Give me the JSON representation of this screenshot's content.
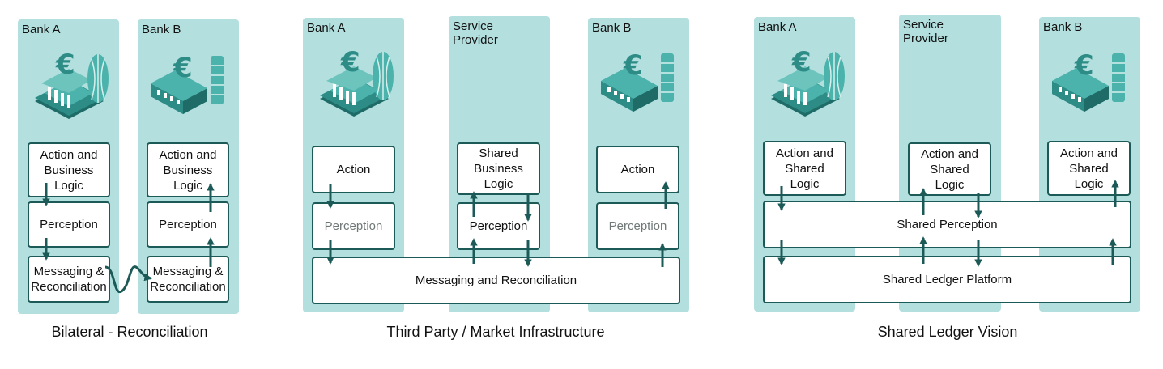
{
  "colors": {
    "column": "#b3e0df",
    "box_border": "#1c5a57",
    "arrow": "#1c5a57",
    "icon_base": "#2d8c86",
    "icon_light": "#4cb3ac",
    "icon_dark": "#1e6b67"
  },
  "icons": {
    "bank_a": "bank-gherkin-euro-icon",
    "bank_b": "bank-leaning-tower-euro-icon"
  },
  "panels": {
    "bilateral": {
      "caption": "Bilateral - Reconciliation",
      "bank_a": {
        "label": "Bank A",
        "action": "Action and\nBusiness\nLogic",
        "perception": "Perception",
        "messaging": "Messaging &\nReconciliation"
      },
      "bank_b": {
        "label": "Bank B",
        "action": "Action and\nBusiness\nLogic",
        "perception": "Perception",
        "messaging": "Messaging &\nReconciliation"
      }
    },
    "third_party": {
      "caption": "Third Party / Market Infrastructure",
      "bank_a": {
        "label": "Bank A",
        "action": "Action",
        "perception": "Perception"
      },
      "provider": {
        "label": "Service\nProvider",
        "action": "Shared\nBusiness\nLogic",
        "perception": "Perception"
      },
      "bank_b": {
        "label": "Bank B",
        "action": "Action",
        "perception": "Perception"
      },
      "messaging": "Messaging and Reconciliation"
    },
    "shared_ledger": {
      "caption": "Shared Ledger Vision",
      "bank_a": {
        "label": "Bank A",
        "action": "Action and\nShared\nLogic"
      },
      "provider": {
        "label": "Service\nProvider",
        "action": "Action and\nShared\nLogic"
      },
      "bank_b": {
        "label": "Bank B",
        "action": "Action and\nShared\nLogic"
      },
      "perception": "Shared Perception",
      "ledger": "Shared Ledger Platform"
    }
  }
}
